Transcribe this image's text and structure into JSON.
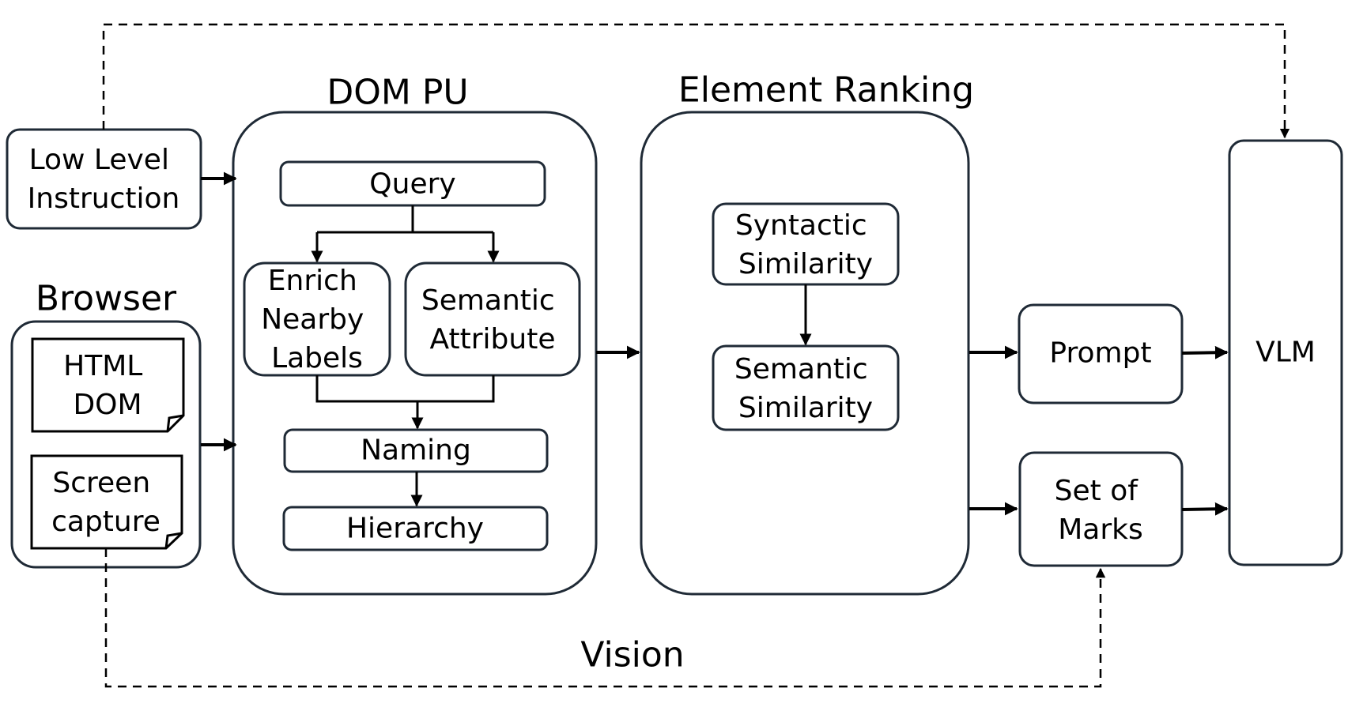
{
  "titles": {
    "dom_pu": "DOM PU",
    "element_ranking": "Element Ranking",
    "browser": "Browser",
    "vision": "Vision"
  },
  "nodes": {
    "low_level_instruction": [
      "Low Level",
      "Instruction"
    ],
    "html_dom": [
      "HTML",
      "DOM"
    ],
    "screen_capture": [
      "Screen",
      "capture"
    ],
    "query": [
      "Query"
    ],
    "enrich_nearby_labels": [
      "Enrich",
      "Nearby",
      "Labels"
    ],
    "semantic_attribute": [
      "Semantic",
      "Attribute"
    ],
    "naming": [
      "Naming"
    ],
    "hierarchy": [
      "Hierarchy"
    ],
    "syntactic_similarity": [
      "Syntactic",
      "Similarity"
    ],
    "semantic_similarity": [
      "Semantic",
      "Similarity"
    ],
    "prompt": [
      "Prompt"
    ],
    "set_of_marks": [
      "Set of",
      "Marks"
    ],
    "vlm": [
      "VLM"
    ]
  },
  "colors": {
    "stroke": "#1f2a36",
    "text": "#000000",
    "background": "#ffffff"
  }
}
